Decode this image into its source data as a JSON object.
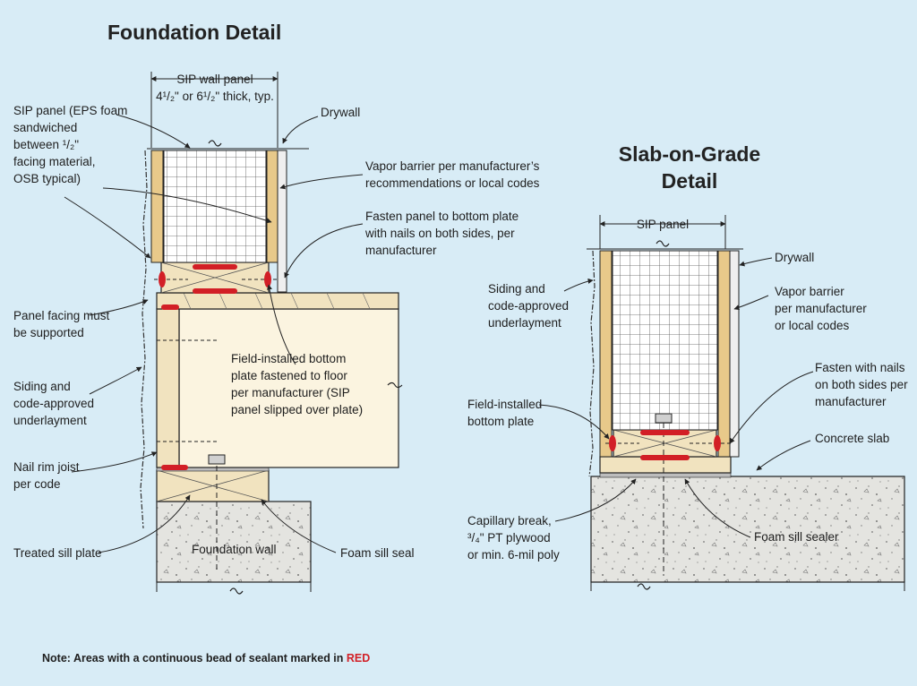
{
  "foundation": {
    "title": "Foundation Detail",
    "dim_label": [
      "SIP wall panel",
      "4¹/₂\" or 6¹/₂\" thick, typ."
    ],
    "labels": {
      "sip_panel": [
        "SIP panel (EPS foam",
        "sandwiched",
        "between ¹/₂\"",
        "facing material,",
        "OSB typical)"
      ],
      "drywall": [
        "Drywall"
      ],
      "vapor_barrier": [
        "Vapor barrier per manufacturer’s",
        "recommendations or local codes"
      ],
      "fasten_panel": [
        "Fasten panel to bottom plate",
        "with nails on both sides, per",
        "manufacturer"
      ],
      "panel_facing": [
        "Panel facing must",
        "be supported"
      ],
      "field_installed": [
        "Field-installed bottom",
        "plate fastened to floor",
        "per manufacturer (SIP",
        "panel slipped over plate)"
      ],
      "siding": [
        "Siding and",
        "code-approved",
        "underlayment"
      ],
      "nail_rim": [
        "Nail rim joist",
        "per code"
      ],
      "treated_sill": [
        "Treated sill plate"
      ],
      "foundation_wall": [
        "Foundation wall"
      ],
      "foam_sill_seal": [
        "Foam sill seal"
      ]
    }
  },
  "slab": {
    "title": [
      "Slab-on-Grade",
      "Detail"
    ],
    "dim_label": [
      "SIP panel"
    ],
    "labels": {
      "drywall": [
        "Drywall"
      ],
      "vapor_barrier": [
        "Vapor barrier",
        "per manufacturer",
        "or local codes"
      ],
      "siding": [
        "Siding and",
        "code-approved",
        "underlayment"
      ],
      "fasten_nails": [
        "Fasten with nails",
        "on both sides per",
        "manufacturer"
      ],
      "field_installed": [
        "Field-installed",
        "bottom plate"
      ],
      "concrete_slab": [
        "Concrete slab"
      ],
      "capillary_break": [
        "Capillary break,",
        "³/₄\" PT plywood",
        "or min. 6-mil poly"
      ],
      "foam_sill_sealer": [
        "Foam sill sealer"
      ]
    }
  },
  "note": {
    "prefix": "Note: Areas with a continuous bead of sealant marked in",
    "highlight": "RED"
  },
  "colors": {
    "background": "#d8ecf6",
    "lumber": "#f1e3bf",
    "sip_facing": "#e8c98a",
    "concrete": "#e4e4e0",
    "sealant": "#d21f26",
    "line": "#2a2a2a"
  }
}
